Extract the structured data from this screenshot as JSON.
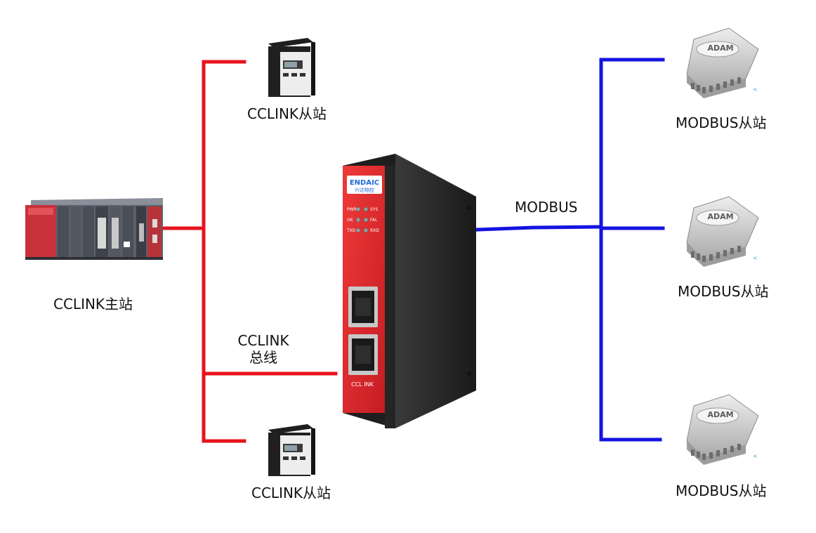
{
  "colors": {
    "cclink_bus": "#e8141c",
    "modbus_bus": "#1414e0",
    "gateway_face": "#e1262d",
    "gateway_body": "#2a2a2a"
  },
  "labels": {
    "master": "CCLINK主站",
    "cclink_slave_top": "CCLINK从站",
    "cclink_slave_bottom": "CCLINK从站",
    "bus_line1": "CCLINK",
    "bus_line2": "总线",
    "modbus": "MODBUS",
    "modbus_slave_1": "MODBUS从站",
    "modbus_slave_2": "MODBUS从站",
    "modbus_slave_3": "MODBUS从站"
  },
  "gateway": {
    "logo": "ENDAIC",
    "logo_sub": "兴达物控",
    "led_left": [
      "PWR",
      "OK",
      "TXD"
    ],
    "led_right": [
      "SYS",
      "FAL",
      "RXD"
    ],
    "port_label": "CCL INK"
  },
  "adam": {
    "brand": "ADAM"
  }
}
